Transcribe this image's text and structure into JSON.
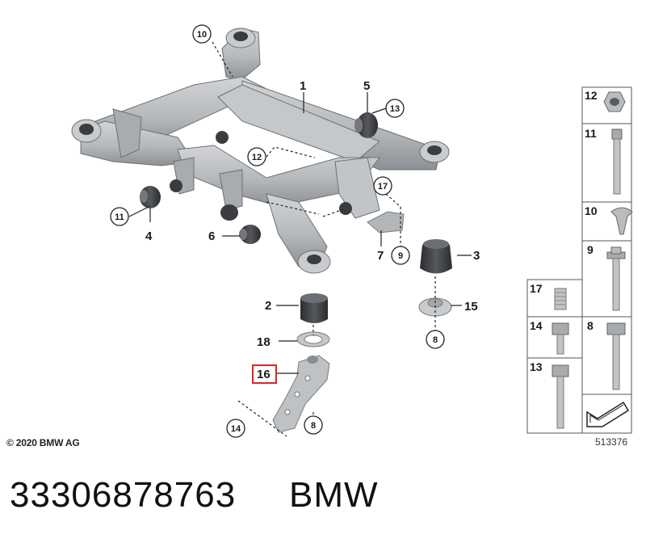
{
  "main_labels": {
    "l1": "1",
    "l2": "2",
    "l3": "3",
    "l4": "4",
    "l5": "5",
    "l6": "6",
    "l7": "7",
    "l15": "15",
    "l16": "16",
    "l18": "18"
  },
  "circle_labels": {
    "c10": "10",
    "c13": "13",
    "c12": "12",
    "c11": "11",
    "c17": "17",
    "c9": "9",
    "c8a": "8",
    "c8b": "8",
    "c14": "14"
  },
  "fastener_panel": [
    "12",
    "11",
    "10",
    "9",
    "17",
    "14",
    "8",
    "13"
  ],
  "highlighted_part": "16",
  "copyright": "© 2020 BMW AG",
  "figure_number": "513376",
  "caption": {
    "part_number": "33306878763",
    "brand": "BMW"
  },
  "colors": {
    "highlight": "#d9262b",
    "part_fill": "#b9bcbf",
    "part_dark": "#55585c",
    "line": "#222222"
  },
  "icons": {
    "back_arrow": "arrow-icon"
  }
}
